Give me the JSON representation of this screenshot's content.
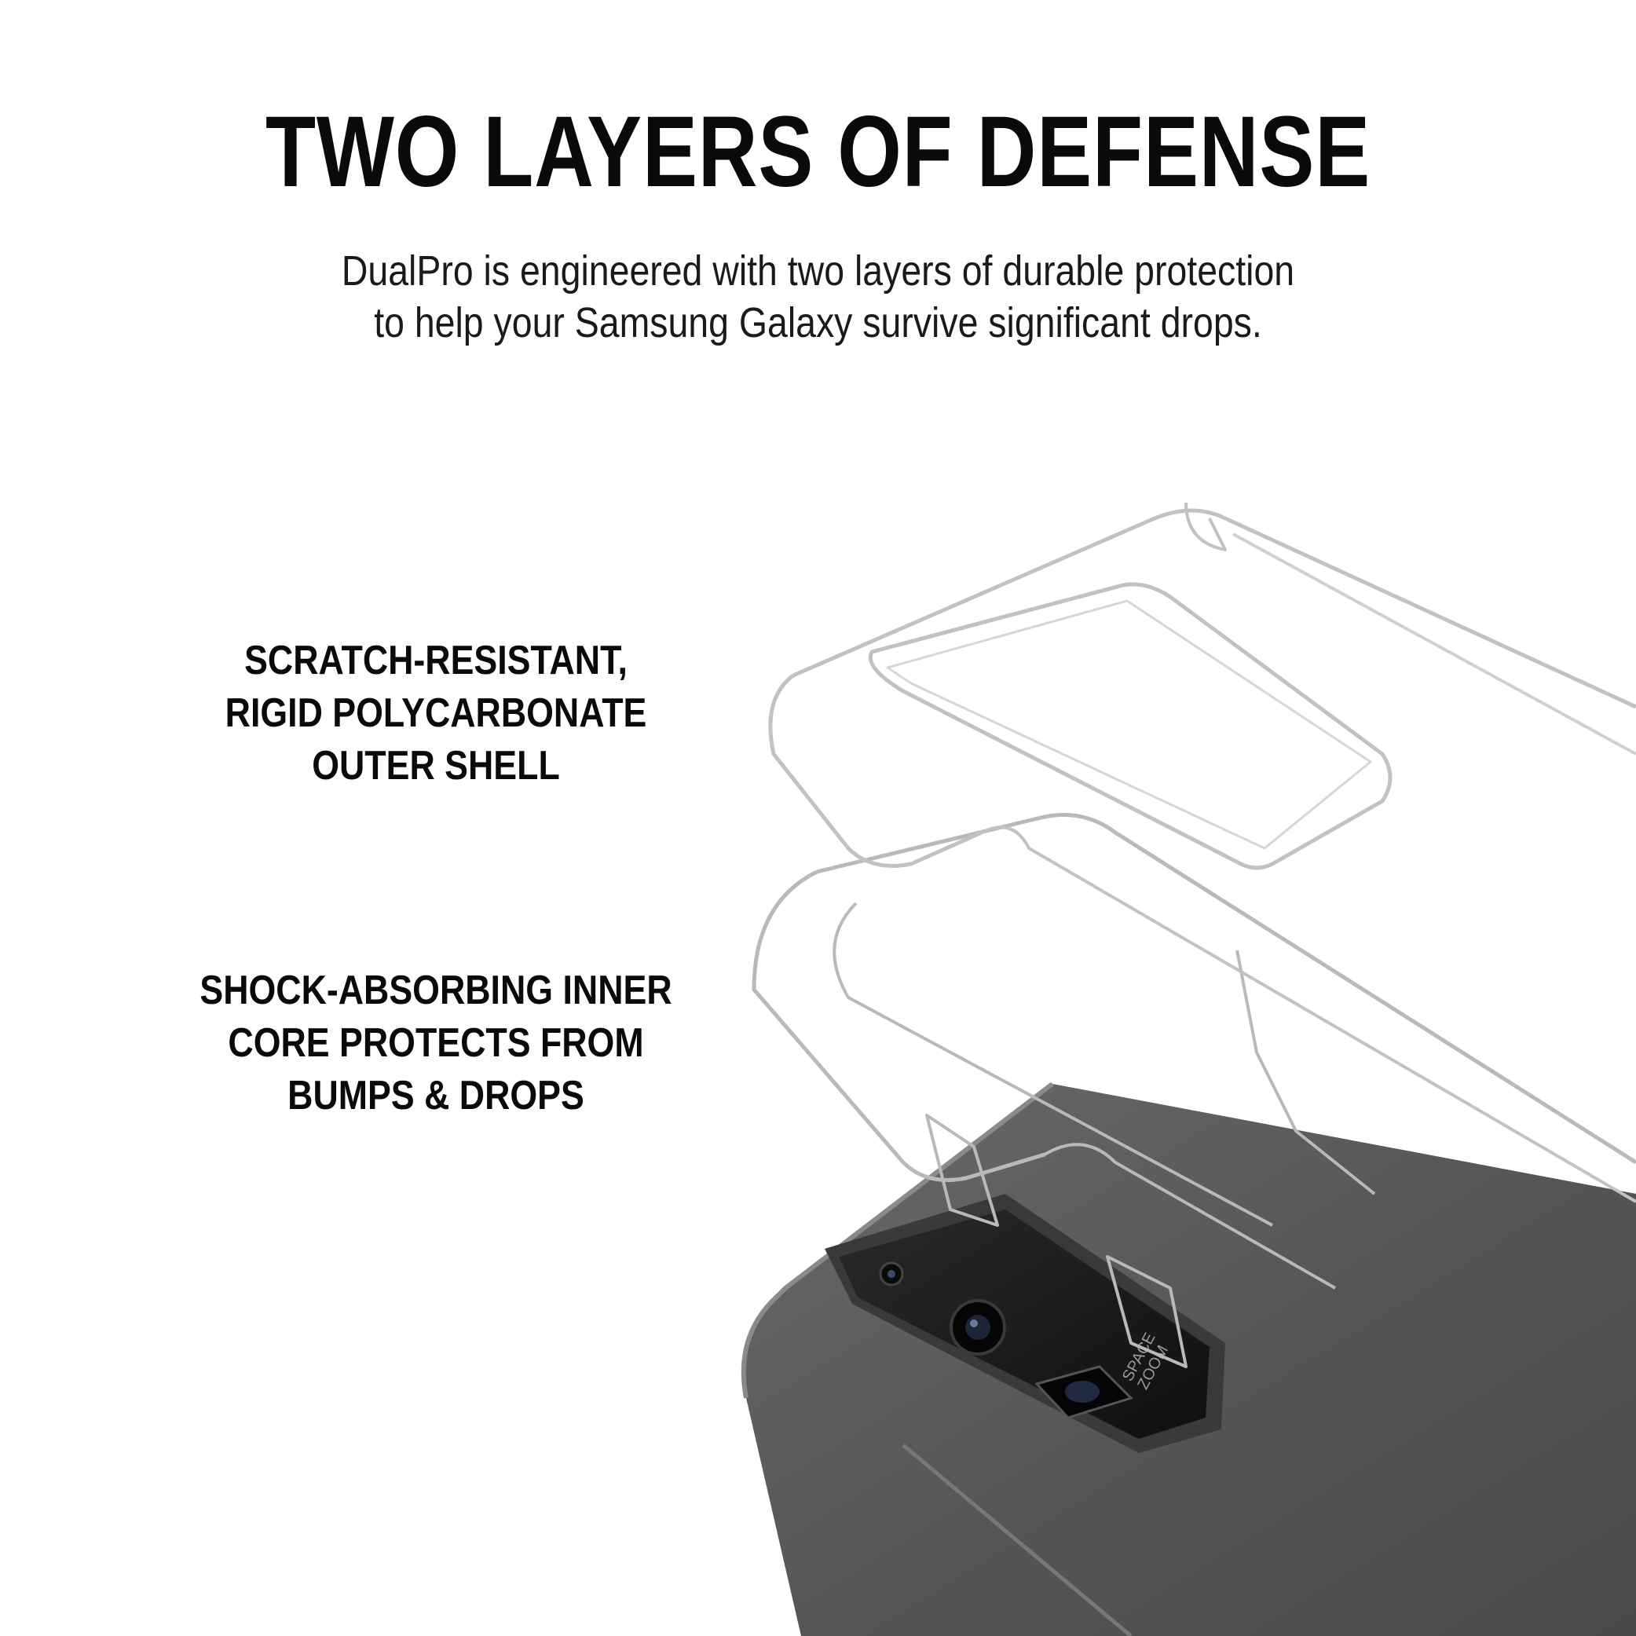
{
  "header": {
    "title": "TWO LAYERS OF DEFENSE",
    "subtitle_lines": [
      "DualPro is engineered with two layers of durable protection",
      "to help your Samsung Galaxy survive significant drops."
    ]
  },
  "callouts": {
    "outer_shell": {
      "lines": [
        "SCRATCH-RESISTANT,",
        "RIGID POLYCARBONATE",
        "OUTER SHELL"
      ]
    },
    "inner_core": {
      "lines": [
        "SHOCK-ABSORBING INNER",
        "CORE PROTECTS FROM",
        "BUMPS & DROPS"
      ]
    }
  },
  "product_image": {
    "camera_label_lines": [
      "SPACE",
      "ZOOM"
    ]
  },
  "colors": {
    "background": "#ffffff",
    "text": "#0a0a0a",
    "phone_body": "#5b5b5b",
    "camera_module": "#1b1b1b",
    "case_outline": "#b9b9b9"
  }
}
